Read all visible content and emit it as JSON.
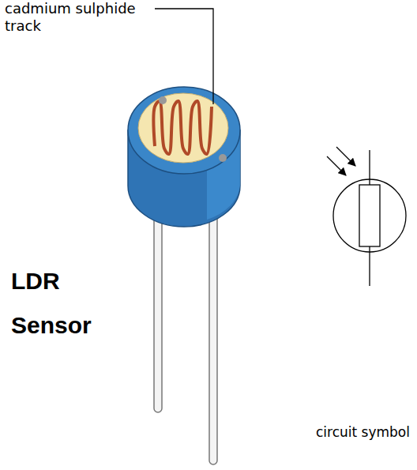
{
  "diagram": {
    "labels": [
      "cadmium sulphide track",
      "LDR Sensor",
      "circuit symbol"
    ]
  }
}
